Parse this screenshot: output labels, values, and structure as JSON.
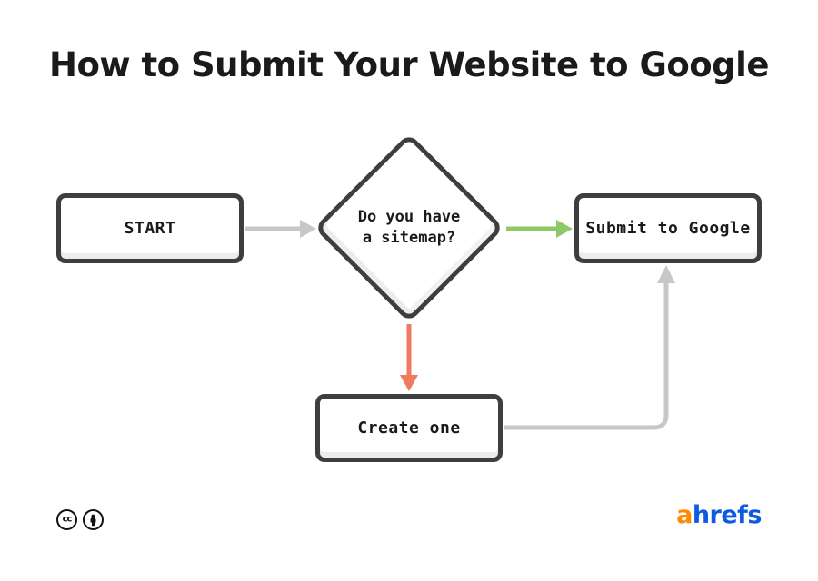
{
  "title": "How to Submit Your Website to Google",
  "nodes": {
    "start": {
      "label": "START",
      "type": "terminator"
    },
    "decision": {
      "label": "Do you have\na sitemap?",
      "type": "decision"
    },
    "submit": {
      "label": "Submit to Google",
      "type": "process"
    },
    "create": {
      "label": "Create one",
      "type": "process"
    }
  },
  "edges": [
    {
      "from": "start",
      "to": "decision",
      "color": "#c7c7c7"
    },
    {
      "from": "decision",
      "to": "submit",
      "color": "#8fc866"
    },
    {
      "from": "decision",
      "to": "create",
      "color": "#ef7a60"
    },
    {
      "from": "create",
      "to": "submit",
      "color": "#c7c7c7"
    }
  ],
  "colors": {
    "node_border": "#3e3e3e",
    "node_fill": "#ffffff",
    "node_inner_shadow": "#ececec",
    "gray_arrow": "#c7c7c7",
    "green_arrow": "#8fc866",
    "red_arrow": "#ef7a60",
    "title_text": "#1a1a1a",
    "logo_orange": "#ff8a00",
    "logo_blue": "#0d5be1"
  },
  "footer": {
    "license": {
      "icon_1": "cc",
      "icon_2": "attribution"
    },
    "logo": {
      "prefix": "a",
      "rest": "hrefs"
    }
  }
}
